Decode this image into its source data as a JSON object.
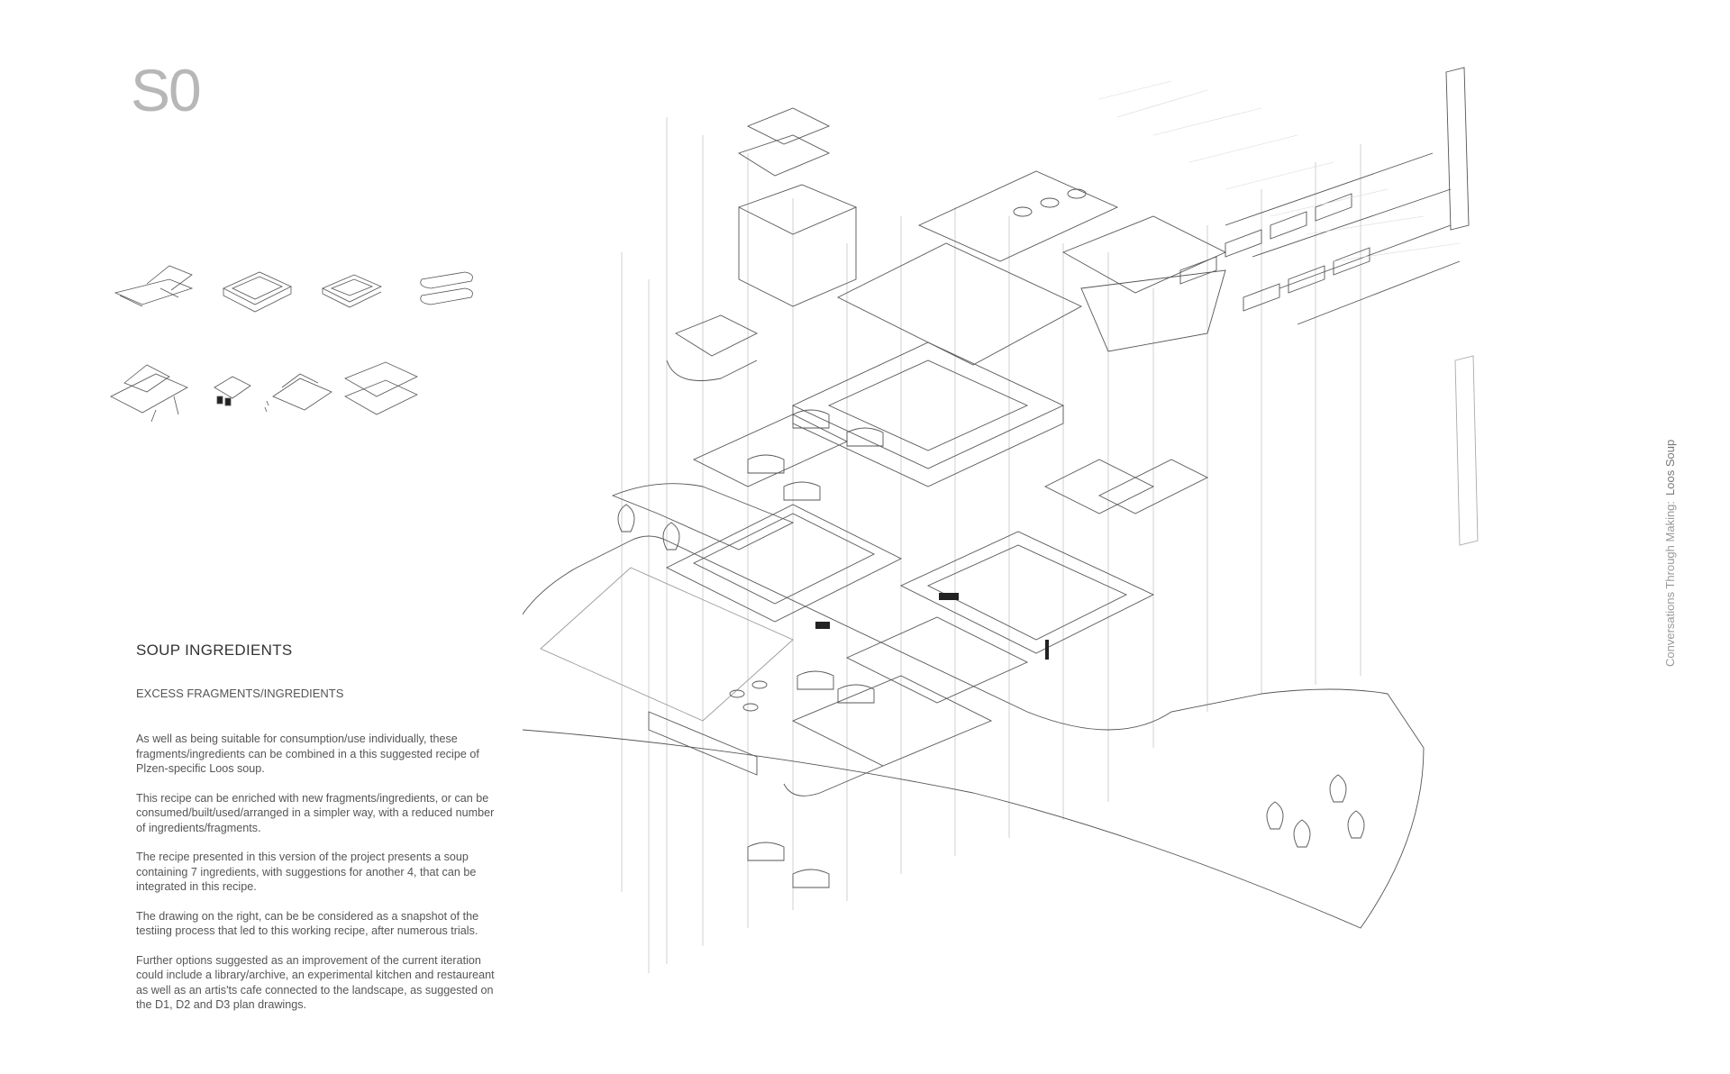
{
  "sheet": {
    "code": "S0"
  },
  "text": {
    "heading": "SOUP INGREDIENTS",
    "subheading": "EXCESS FRAGMENTS/INGREDIENTS",
    "paragraphs": [
      "As well as being suitable for consumption/use individually, these fragments/ingredients can be combined in a this suggested recipe of Plzen-specific Loos soup.",
      "This recipe can be enriched with new fragments/ingredients, or can be consumed/built/used/arranged in a simpler way, with a reduced number of ingredients/fragments.",
      "The recipe presented in this version of the project presents a soup containing 7 ingredients, with suggestions for another 4, that can be integrated in this recipe.",
      "The drawing on the right, can be be considered as a snapshot of the testiing process that led to this working recipe,  after numerous trials.",
      "Further options suggested as an improvement of the current iteration could include a library/archive, an experimental kitchen and restaureant as well as an artis'ts cafe connected to the landscape, as suggested on the D1, D2 and D3 plan drawings."
    ]
  },
  "side_caption": {
    "prefix": "Conversations Through Making:",
    "title": "Loos Soup"
  },
  "colors": {
    "line": "#555555",
    "faint": "#bdbdbd",
    "code": "#b7b7b7"
  }
}
